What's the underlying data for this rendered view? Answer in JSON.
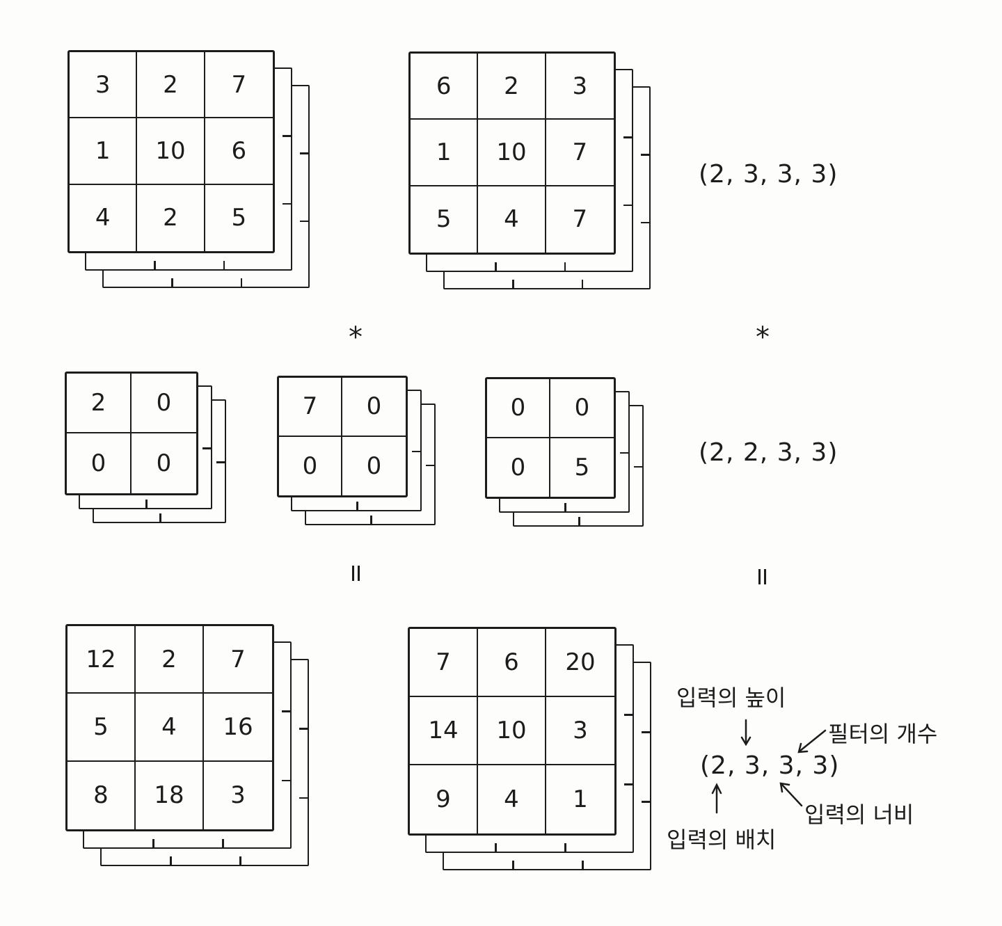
{
  "inputs": [
    {
      "cells": [
        "3",
        "2",
        "7",
        "1",
        "10",
        "6",
        "4",
        "2",
        "5"
      ]
    },
    {
      "cells": [
        "6",
        "2",
        "3",
        "1",
        "10",
        "7",
        "5",
        "4",
        "7"
      ]
    }
  ],
  "filters": [
    {
      "cells": [
        "2",
        "0",
        "0",
        "0"
      ]
    },
    {
      "cells": [
        "7",
        "0",
        "0",
        "0"
      ]
    },
    {
      "cells": [
        "0",
        "0",
        "0",
        "5"
      ]
    }
  ],
  "outputs": [
    {
      "cells": [
        "12",
        "2",
        "7",
        "5",
        "4",
        "16",
        "8",
        "18",
        "3"
      ]
    },
    {
      "cells": [
        "7",
        "6",
        "20",
        "14",
        "10",
        "3",
        "9",
        "4",
        "1"
      ]
    }
  ],
  "operators": {
    "conv": "*",
    "equals": "="
  },
  "shapes": {
    "input": "(2, 3, 3, 3)",
    "filter": "(2, 2, 3, 3)",
    "output": "(2, 3, 3, 3)"
  },
  "annotations": {
    "height": "입력의 높이",
    "filter_count": "필터의 개수",
    "width": "입력의 너비",
    "batch": "입력의 배치"
  }
}
